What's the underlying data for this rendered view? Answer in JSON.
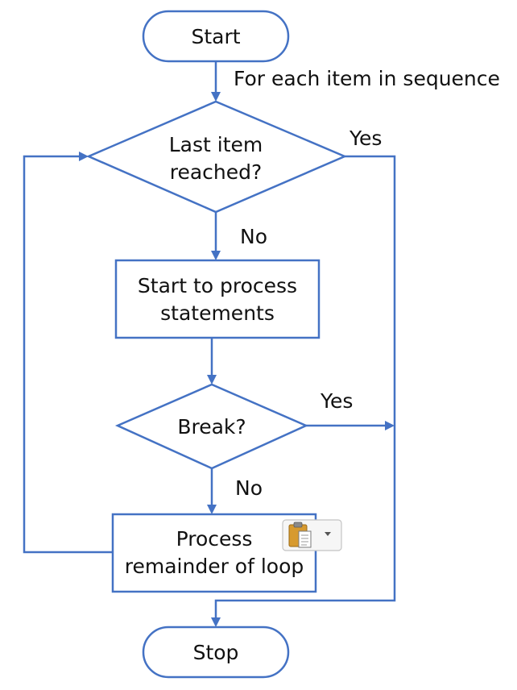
{
  "flowchart": {
    "start_label": "Start",
    "sequence_label": "For each item in sequence",
    "last_item_line1": "Last item",
    "last_item_line2": "reached?",
    "yes_label_1": "Yes",
    "no_label_1": "No",
    "process_line1": "Start to process",
    "process_line2": "statements",
    "break_label": "Break?",
    "yes_label_2": "Yes",
    "no_label_2": "No",
    "remainder_line1": "Process",
    "remainder_line2": "remainder of loop",
    "stop_label": "Stop"
  },
  "colors": {
    "stroke": "#4472c4",
    "text": "#111111"
  },
  "icons": {
    "paste_options": "clipboard-paste-icon"
  }
}
